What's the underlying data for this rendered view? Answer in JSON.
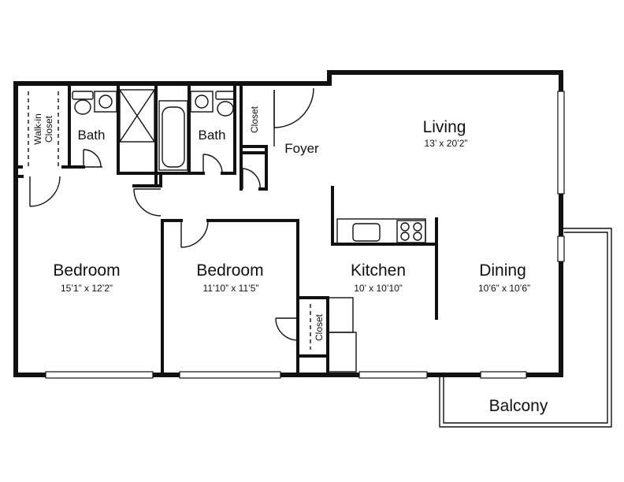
{
  "rooms": {
    "living": {
      "name": "Living",
      "dims": "13’ x 20’2”"
    },
    "dining": {
      "name": "Dining",
      "dims": "10’6” x 10’6”"
    },
    "kitchen": {
      "name": "Kitchen",
      "dims": "10’ x 10’10”"
    },
    "bedroom1": {
      "name": "Bedroom",
      "dims": "15’1” x 12’2”"
    },
    "bedroom2": {
      "name": "Bedroom",
      "dims": "11’10” x 11’5”"
    },
    "foyer": {
      "name": "Foyer"
    },
    "balcony": {
      "name": "Balcony"
    },
    "bath1": {
      "name": "Bath"
    },
    "bath2": {
      "name": "Bath"
    },
    "walk_in_closet": {
      "line1": "Walk-in",
      "line2": "Closet"
    },
    "closet_foyer": {
      "name": "Closet"
    },
    "closet_bedroom": {
      "name": "Closet"
    }
  },
  "colors": {
    "wall": "#111111",
    "background": "#ffffff"
  }
}
